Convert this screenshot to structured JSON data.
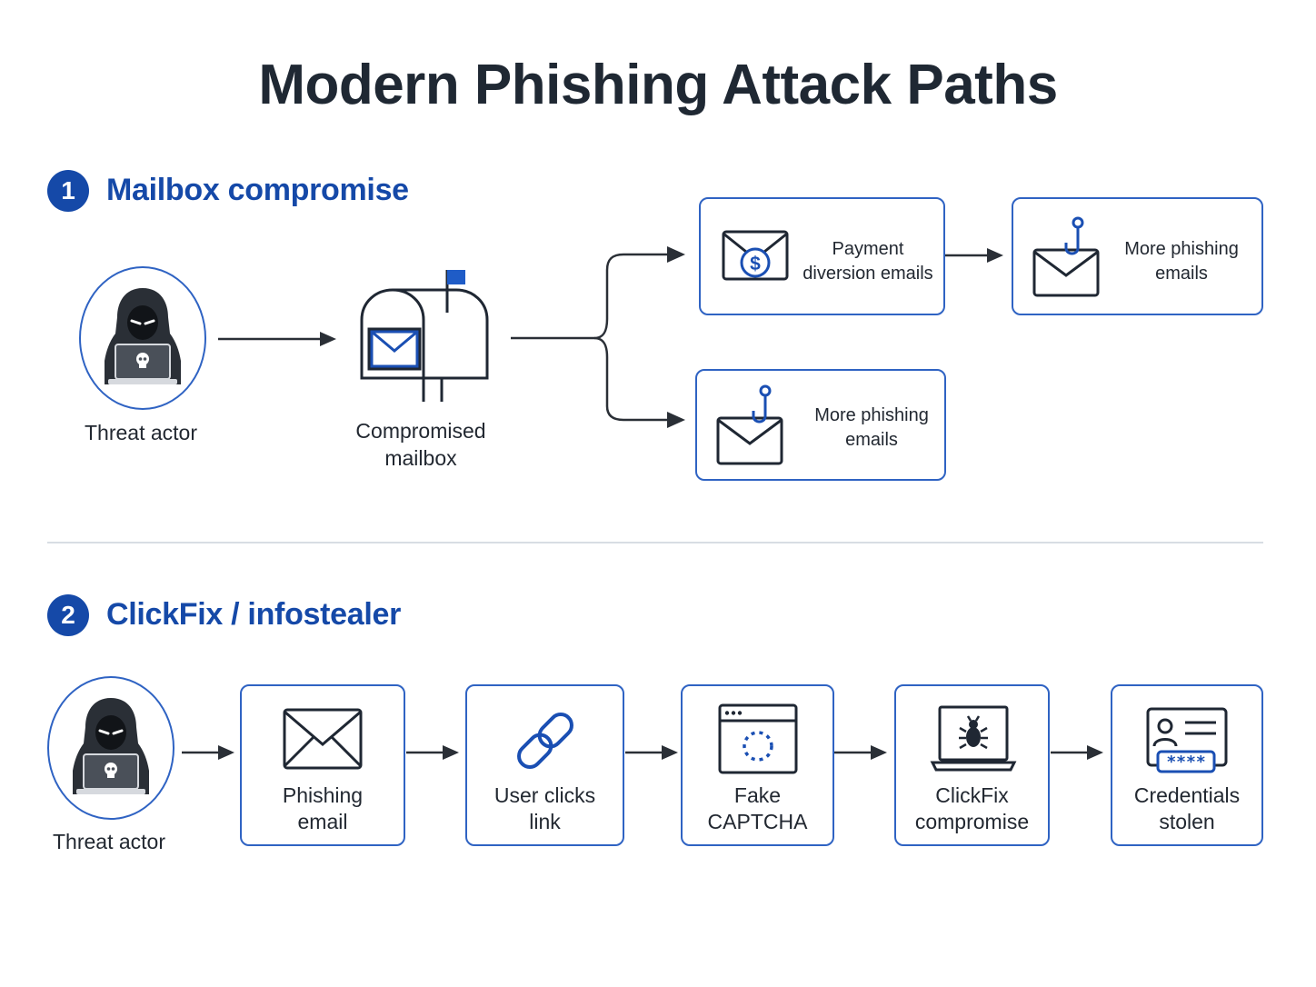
{
  "title": "Modern Phishing Attack Paths",
  "section1": {
    "number": "1",
    "title": "Mailbox compromise",
    "threat_actor": "Threat actor",
    "mailbox_line1": "Compromised",
    "mailbox_line2": "mailbox",
    "payment_line1": "Payment",
    "payment_line2": "diversion emails",
    "more_a_line1": "More phishing",
    "more_a_line2": "emails",
    "more_b_line1": "More phishing",
    "more_b_line2": "emails"
  },
  "section2": {
    "number": "2",
    "title": "ClickFix / infostealer",
    "threat_actor": "Threat actor",
    "steps": [
      {
        "line1": "Phishing",
        "line2": "email"
      },
      {
        "line1": "User clicks",
        "line2": "link"
      },
      {
        "line1": "Fake",
        "line2": "CAPTCHA"
      },
      {
        "line1": "ClickFix",
        "line2": "compromise"
      },
      {
        "line1": "Credentials",
        "line2": "stolen"
      }
    ],
    "password_mask": "****"
  },
  "colors": {
    "accent": "#1549a8",
    "border": "#2f63c3",
    "dark": "#1f2733"
  }
}
